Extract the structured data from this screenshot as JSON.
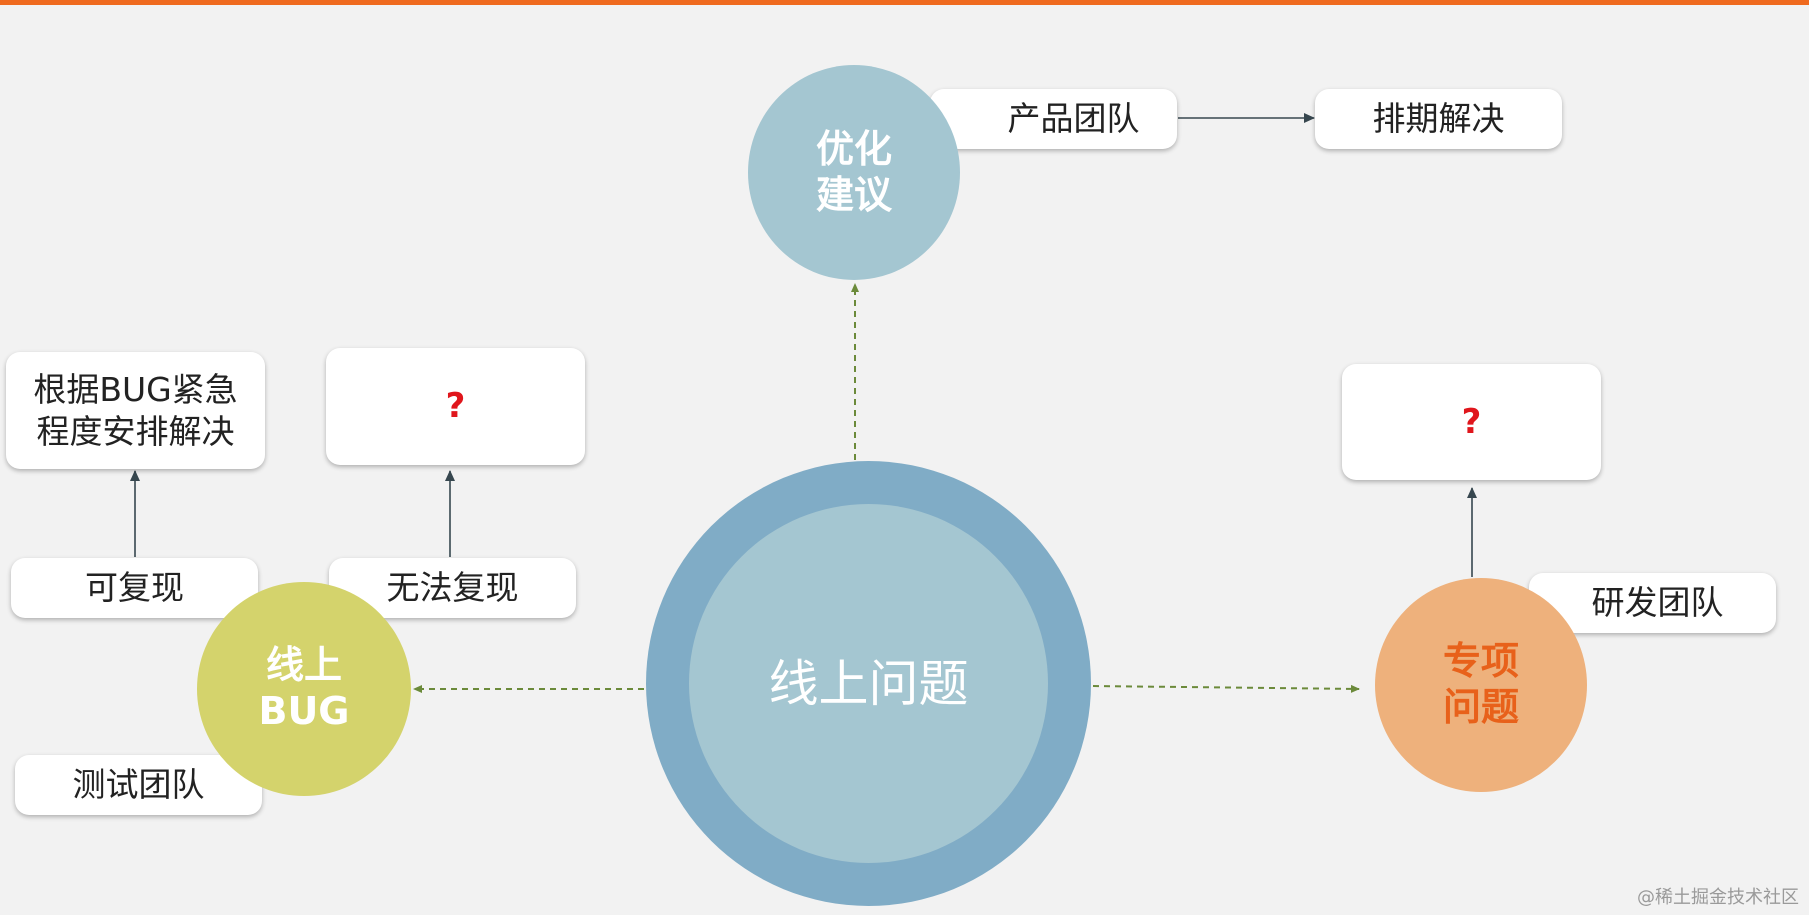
{
  "center": {
    "label": "线上问题"
  },
  "optimize": {
    "circle_lines": [
      "优化",
      "建议"
    ],
    "team": "产品团队",
    "result": "排期解决"
  },
  "bug": {
    "circle_lines": [
      "线上",
      "BUG"
    ],
    "team": "测试团队",
    "reproducible": "可复现",
    "reproducible_action_lines": [
      "根据BUG紧急",
      "程度安排解决"
    ],
    "not_reproducible": "无法复现",
    "not_reproducible_action": "?"
  },
  "special": {
    "circle_lines": [
      "专项",
      "问题"
    ],
    "team": "研发团队",
    "action": "?"
  },
  "colors": {
    "top_bar": "#ef6a1f",
    "center_outer": "#80acc6",
    "center_inner": "#a4c6d1",
    "bug_circle": "#d4d36c",
    "special_circle": "#eeb17c",
    "special_text": "#e8611a",
    "question_mark": "#e0161c",
    "dashed_connector": "#6b8a3a",
    "solid_connector": "#37474f"
  },
  "watermark": "@稀土掘金技术社区"
}
